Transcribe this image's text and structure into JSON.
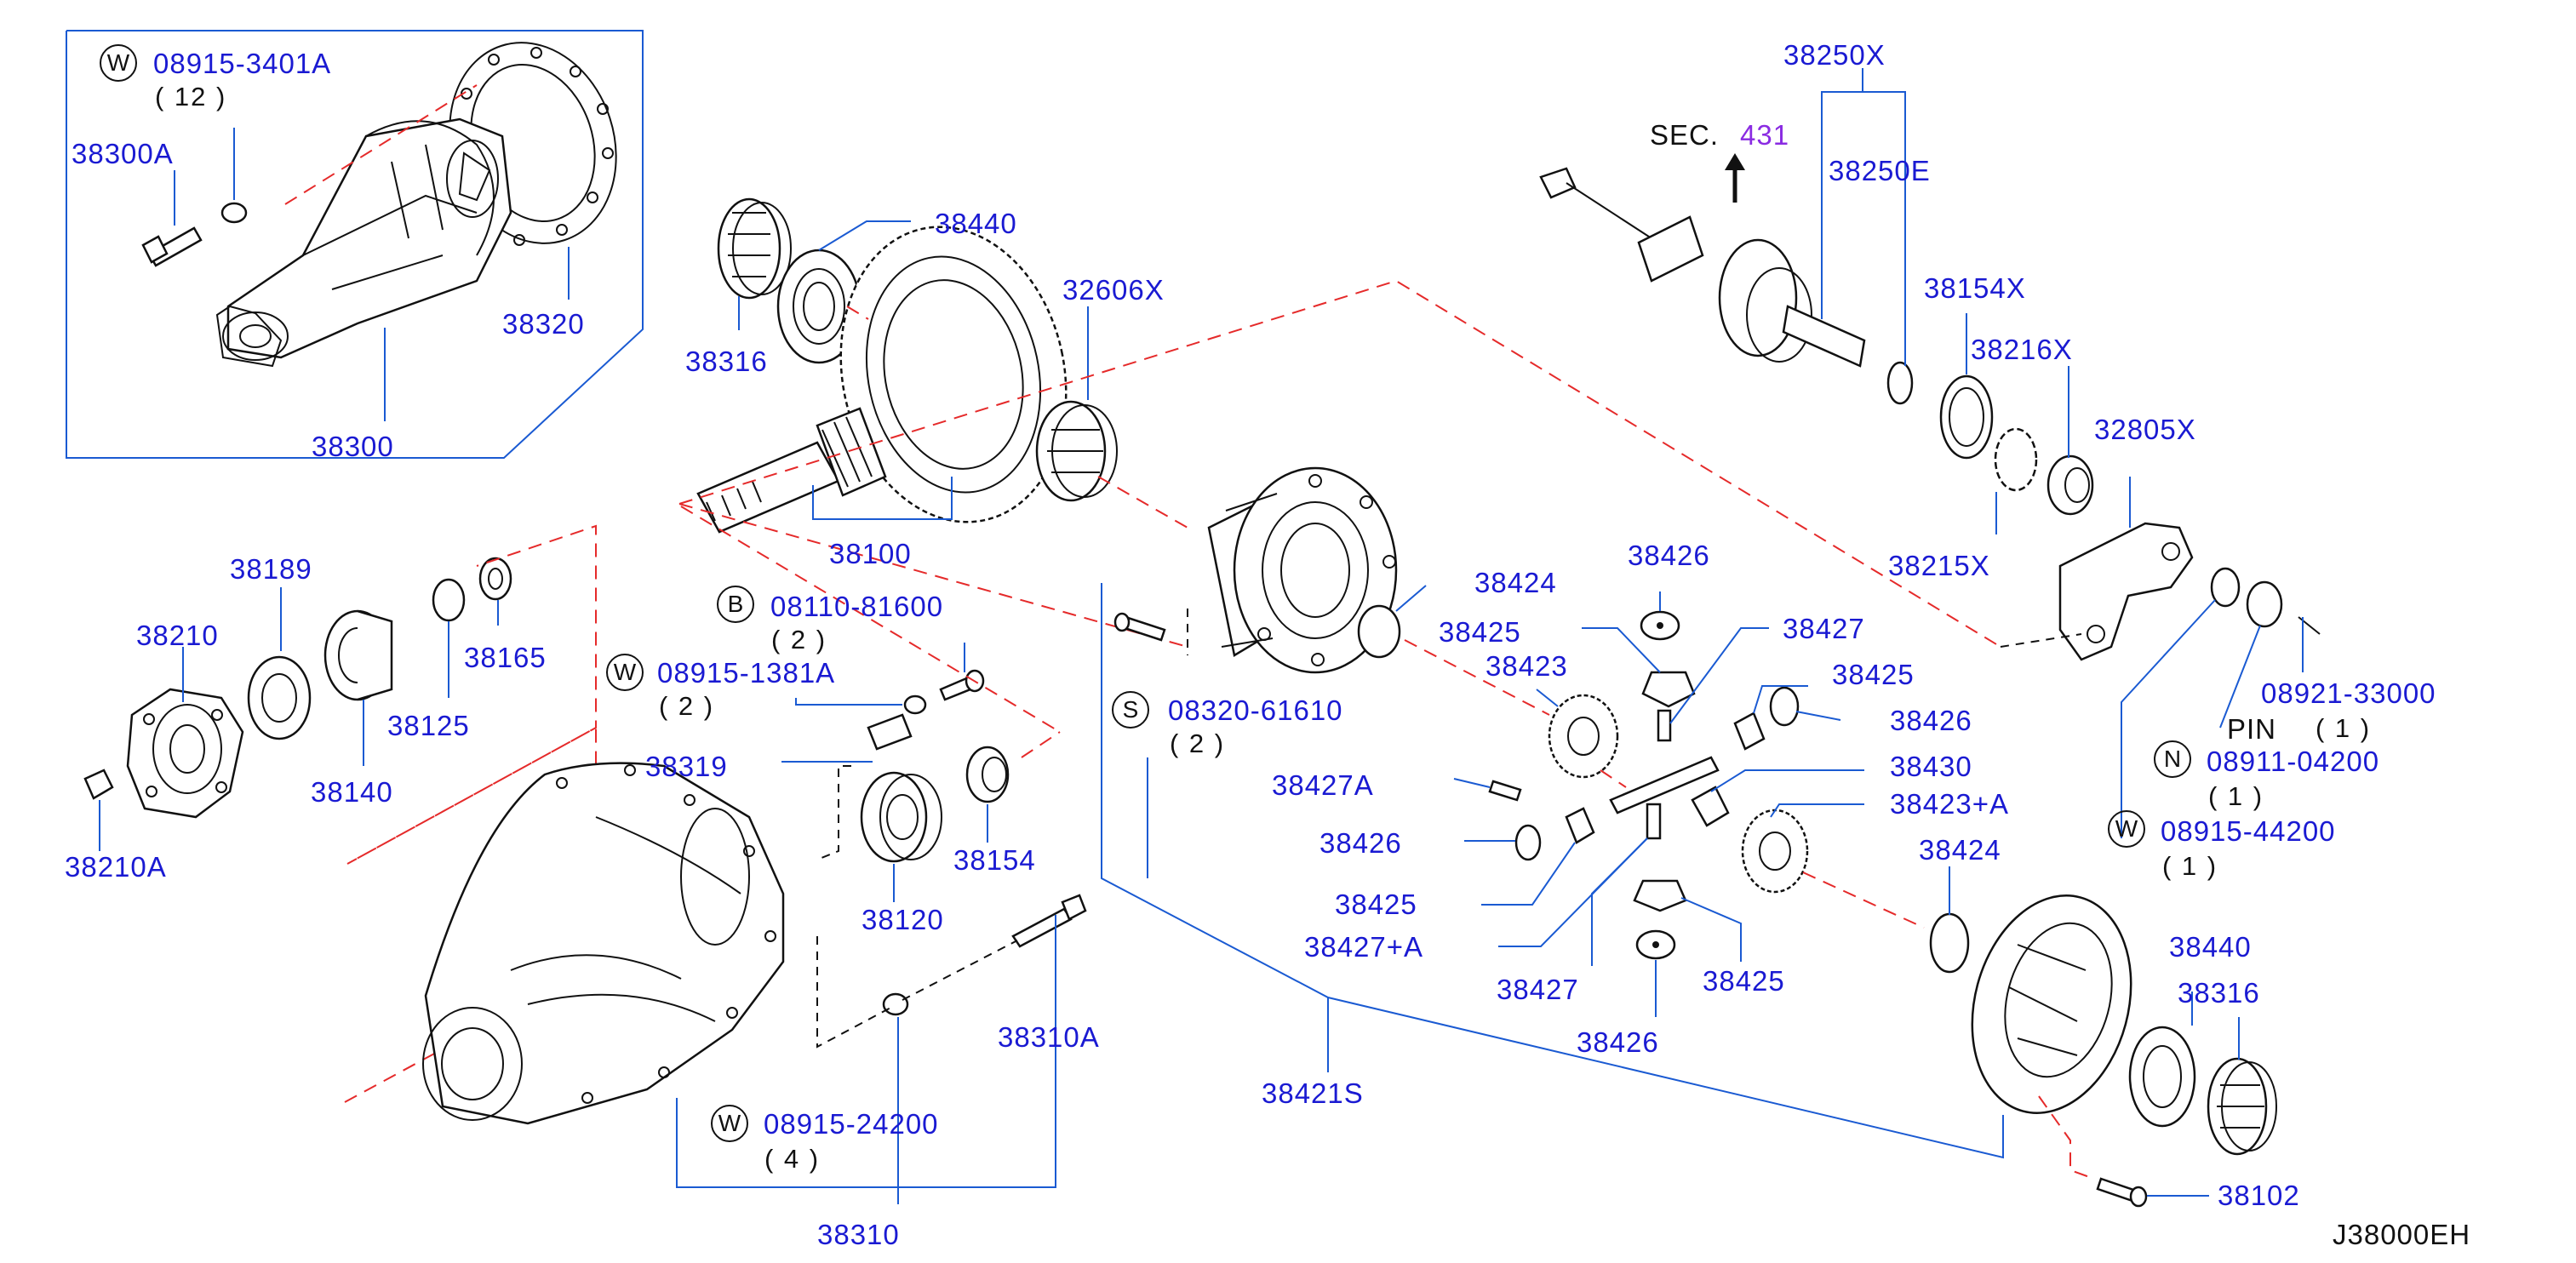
{
  "labels": {
    "p08915_3401A": "08915-3401A",
    "q12": "( 12 )",
    "p38300A": "38300A",
    "p38320": "38320",
    "p38300": "38300",
    "p38316a": "38316",
    "p38440a": "38440",
    "p38100": "38100",
    "p32606X": "32606X",
    "p38250X": "38250X",
    "sec": "SEC.",
    "sec431": "431",
    "p38250E": "38250E",
    "p38154X": "38154X",
    "p38216X": "38216X",
    "p32805X": "32805X",
    "p38215X": "38215X",
    "p38189": "38189",
    "p38210": "38210",
    "p38165": "38165",
    "p38125": "38125",
    "p38140": "38140",
    "p38210A": "38210A",
    "p08110_81600": "08110-81600",
    "q2a": "( 2 )",
    "p08915_1381A": "08915-1381A",
    "q2b": "( 2 )",
    "p38319": "38319",
    "p38154": "38154",
    "p38120": "38120",
    "p38310A": "38310A",
    "p08915_24200": "08915-24200",
    "q4": "( 4 )",
    "p38310": "38310",
    "p38424a": "38424",
    "p38425a": "38425",
    "p38423": "38423",
    "p38426a": "38426",
    "p38427a": "38427",
    "p38425b": "38425",
    "p38426b": "38426",
    "p08320_61610": "08320-61610",
    "q2c": "( 2 )",
    "p38427A": "38427A",
    "p38430": "38430",
    "p38423A": "38423+A",
    "p38426c": "38426",
    "p38425c": "38425",
    "p38427A2": "38427+A",
    "p38427b": "38427",
    "p38425d": "38425",
    "p38426d": "38426",
    "p38424b": "38424",
    "p38421S": "38421S",
    "p38440b": "38440",
    "p38316b": "38316",
    "p38102": "38102",
    "p08921_33000": "08921-33000",
    "pin": "PIN",
    "q1a": "( 1 )",
    "p08911_04200": "08911-04200",
    "q1b": "( 1 )",
    "p08915_44200": "08915-44200",
    "q1c": "( 1 )",
    "code": "J38000EH"
  },
  "markers": {
    "w1": "W",
    "b": "B",
    "w2": "W",
    "w3": "W",
    "s": "S",
    "n": "N",
    "w4": "W"
  },
  "colors": {
    "label": "#1a1ad2",
    "leader": "#1a5ad2",
    "dashed_guide": "#e52a2a",
    "section_ref": "#8a2be2",
    "ink": "#111111"
  },
  "icons": {
    "sec_arrow": "arrow-up-icon"
  }
}
